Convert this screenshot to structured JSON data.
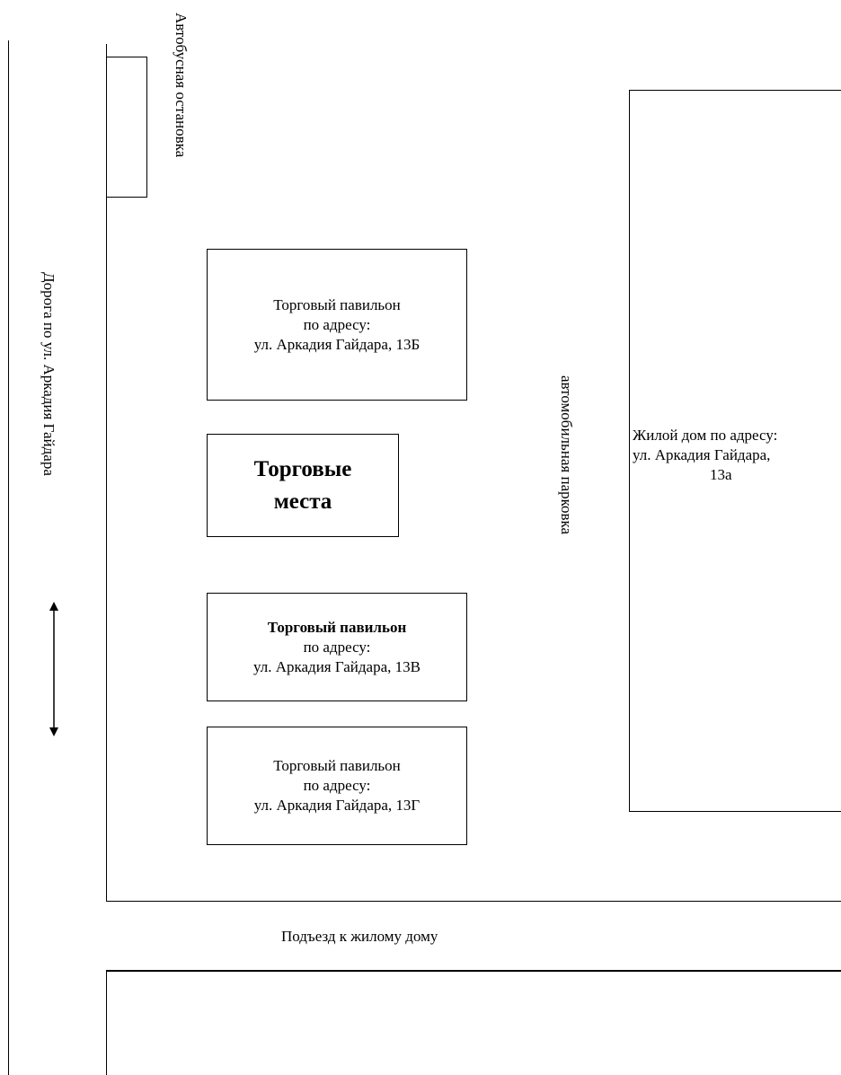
{
  "bus_stop_label": "Автобусная остановка",
  "road_label": "Дорога по ул. Аркадия Гайдара",
  "parking_label": "автомобильная парковка",
  "access_road_label": "Подъезд к жилому дому",
  "trade_places": {
    "line1": "Торговые",
    "line2": "места"
  },
  "pavilions": [
    {
      "line1": "Торговый павильон",
      "line2": "по адресу:",
      "line3": "ул. Аркадия Гайдара, 13Б"
    },
    {
      "line1": "Торговый павильон",
      "line2": "по адресу:",
      "line3": "ул. Аркадия Гайдара, 13В"
    },
    {
      "line1": "Торговый павильон",
      "line2": "по адресу:",
      "line3": "ул. Аркадия Гайдара, 13Г"
    }
  ],
  "house": {
    "line1": "Жилой дом по адресу:",
    "line2": "ул. Аркадия Гайдара,",
    "line3": "13а"
  }
}
